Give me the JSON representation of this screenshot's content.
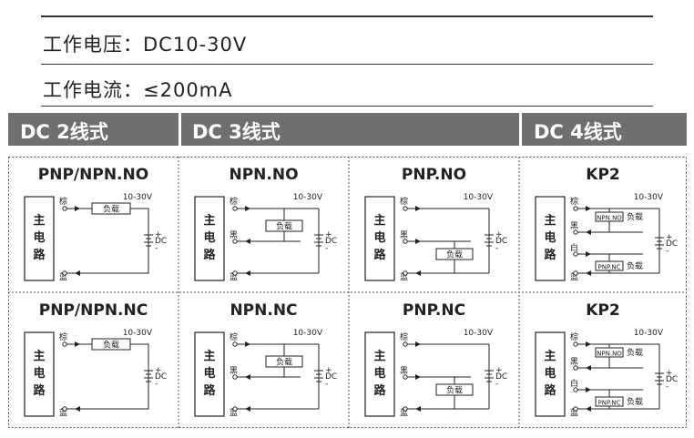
{
  "specs": {
    "voltage": "工作电压：DC10-30V",
    "current": "工作电流：≤200mA"
  },
  "sections": {
    "dc2": "DC 2线式",
    "dc3": "DC 3线式",
    "dc4": "DC 4线式"
  },
  "labels": {
    "main_circuit": [
      "主",
      "电",
      "路"
    ],
    "brown": "棕",
    "black": "黑",
    "white": "白",
    "blue": "蓝",
    "load": "负载",
    "supply": "10-30V",
    "dc": "DC",
    "npn_no": "NPN.NO",
    "pnp_nc": "PNP.NC"
  },
  "panels": [
    {
      "id": "two-wire-no",
      "title": "PNP/NPN.NO"
    },
    {
      "id": "npn-no",
      "title": "NPN.NO"
    },
    {
      "id": "pnp-no",
      "title": "PNP.NO"
    },
    {
      "id": "kp2-top",
      "title": "KP2"
    },
    {
      "id": "two-wire-nc",
      "title": "PNP/NPN.NC"
    },
    {
      "id": "npn-nc",
      "title": "NPN.NC"
    },
    {
      "id": "pnp-nc",
      "title": "PNP.NC"
    },
    {
      "id": "kp2-bottom",
      "title": "KP2"
    }
  ]
}
